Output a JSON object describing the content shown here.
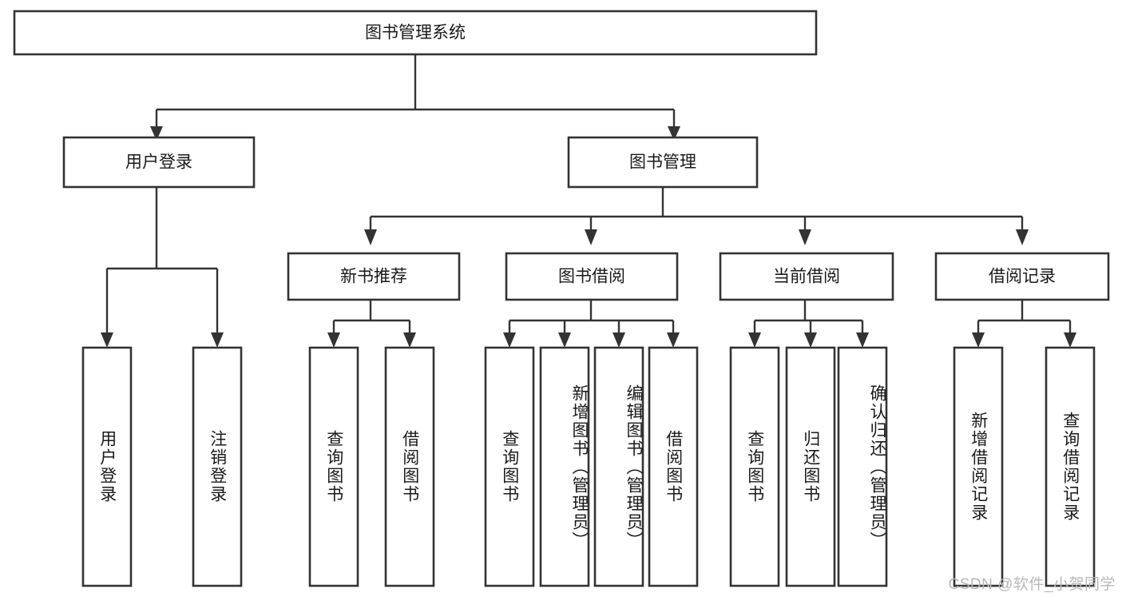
{
  "diagram": {
    "type": "tree",
    "title": "图书管理系统",
    "root": {
      "id": "root",
      "label": "图书管理系统"
    },
    "level1": [
      {
        "id": "user-login",
        "label": "用户登录"
      },
      {
        "id": "book-manage",
        "label": "图书管理"
      }
    ],
    "level2": [
      {
        "id": "new-book-rec",
        "label": "新书推荐",
        "parent": "book-manage"
      },
      {
        "id": "book-borrow",
        "label": "图书借阅",
        "parent": "book-manage"
      },
      {
        "id": "current-borrow",
        "label": "当前借阅",
        "parent": "book-manage"
      },
      {
        "id": "borrow-record",
        "label": "借阅记录",
        "parent": "book-manage"
      }
    ],
    "leaves": [
      {
        "id": "leaf-user-login",
        "label": "用户登录",
        "parent": "user-login"
      },
      {
        "id": "leaf-user-logout",
        "label": "注销登录",
        "parent": "user-login"
      },
      {
        "id": "leaf-query-book-1",
        "label": "查询图书",
        "parent": "new-book-rec"
      },
      {
        "id": "leaf-borrow-book-1",
        "label": "借阅图书",
        "parent": "new-book-rec"
      },
      {
        "id": "leaf-query-book-2",
        "label": "查询图书",
        "parent": "book-borrow"
      },
      {
        "id": "leaf-add-book",
        "label": "新增图书（管理员）",
        "parent": "book-borrow"
      },
      {
        "id": "leaf-edit-book",
        "label": "编辑图书（管理员）",
        "parent": "book-borrow"
      },
      {
        "id": "leaf-borrow-book-2",
        "label": "借阅图书",
        "parent": "book-borrow"
      },
      {
        "id": "leaf-query-book-3",
        "label": "查询图书",
        "parent": "current-borrow"
      },
      {
        "id": "leaf-return-book",
        "label": "归还图书",
        "parent": "current-borrow"
      },
      {
        "id": "leaf-confirm-return",
        "label": "确认归还（管理员）",
        "parent": "current-borrow"
      },
      {
        "id": "leaf-add-record",
        "label": "新增借阅记录",
        "parent": "borrow-record"
      },
      {
        "id": "leaf-query-record",
        "label": "查询借阅记录",
        "parent": "borrow-record"
      }
    ],
    "colors": {
      "stroke": "#333333",
      "fill": "#ffffff",
      "text": "#1a1a1a",
      "watermark": "#b8b8b8"
    }
  },
  "watermark": {
    "text": "CSDN @软件_小贺同学"
  }
}
